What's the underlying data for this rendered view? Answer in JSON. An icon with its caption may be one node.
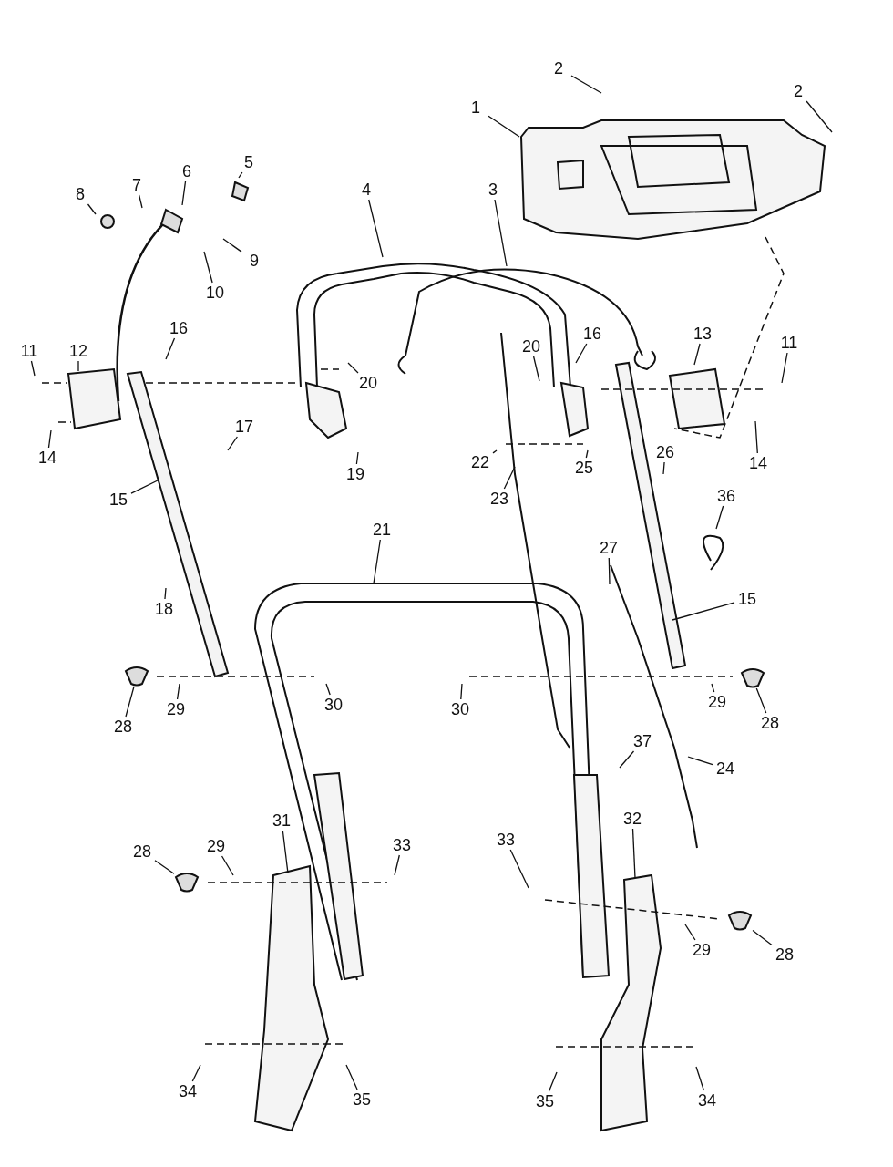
{
  "diagram": {
    "nodes": [
      {
        "text": [
          "2"
        ]
      },
      {
        "text": [
          "1"
        ]
      },
      {
        "text": [
          "2"
        ]
      },
      {
        "text": [
          "5"
        ]
      },
      {
        "text": [
          "8"
        ]
      },
      {
        "text": [
          "7"
        ]
      },
      {
        "text": [
          "6"
        ]
      },
      {
        "text": [
          "3"
        ]
      },
      {
        "text": [
          "4"
        ]
      },
      {
        "text": [
          "9"
        ]
      },
      {
        "text": [
          "10"
        ]
      },
      {
        "text": [
          "11"
        ]
      },
      {
        "text": [
          "12"
        ]
      },
      {
        "text": [
          "16"
        ]
      },
      {
        "text": [
          "16"
        ]
      },
      {
        "text": [
          "20"
        ]
      },
      {
        "text": [
          "13"
        ]
      },
      {
        "text": [
          "11"
        ]
      },
      {
        "text": [
          "20"
        ]
      },
      {
        "text": [
          "14"
        ]
      },
      {
        "text": [
          "19"
        ]
      },
      {
        "text": [
          "22"
        ]
      },
      {
        "text": [
          "25"
        ]
      },
      {
        "text": [
          "14"
        ]
      },
      {
        "text": [
          "26"
        ]
      },
      {
        "text": [
          "17"
        ]
      },
      {
        "text": [
          "15"
        ]
      },
      {
        "text": [
          "23"
        ]
      },
      {
        "text": [
          "36"
        ]
      },
      {
        "text": [
          "21"
        ]
      },
      {
        "text": [
          "27"
        ]
      },
      {
        "text": [
          "15"
        ]
      },
      {
        "text": [
          "18"
        ]
      },
      {
        "text": [
          "30"
        ]
      },
      {
        "text": [
          "30"
        ]
      },
      {
        "text": [
          "29"
        ]
      },
      {
        "text": [
          "29"
        ]
      },
      {
        "text": [
          "28"
        ]
      },
      {
        "text": [
          "28"
        ]
      },
      {
        "text": [
          "37"
        ]
      },
      {
        "text": [
          "24"
        ]
      },
      {
        "text": [
          "31"
        ]
      },
      {
        "text": [
          "32"
        ]
      },
      {
        "text": [
          "29"
        ]
      },
      {
        "text": [
          "33"
        ]
      },
      {
        "text": [
          "33"
        ]
      },
      {
        "text": [
          "28"
        ]
      },
      {
        "text": [
          "29"
        ]
      },
      {
        "text": [
          "28"
        ]
      },
      {
        "text": [
          "34"
        ]
      },
      {
        "text": [
          "35"
        ]
      },
      {
        "text": [
          "35"
        ]
      },
      {
        "text": [
          "34"
        ]
      },
      {
        "text": [],
        "shape": "picture"
      },
      {
        "text": [],
        "shape": "picture"
      },
      {
        "text": [],
        "shape": "picture"
      },
      {
        "text": [],
        "shape": "picture"
      }
    ],
    "edges": [
      {
        "from": 0,
        "to": null,
        "arrow": "none"
      },
      {
        "from": 1,
        "to": null,
        "arrow": "none"
      },
      {
        "from": 2,
        "to": null,
        "arrow": "none"
      },
      {
        "from": 3,
        "to": null,
        "arrow": "none"
      },
      {
        "from": 4,
        "to": null,
        "arrow": "none"
      },
      {
        "from": 5,
        "to": null,
        "arrow": "none"
      },
      {
        "from": 6,
        "to": null,
        "arrow": "none"
      },
      {
        "from": 7,
        "to": null,
        "arrow": "none"
      },
      {
        "from": 8,
        "to": null,
        "arrow": "none"
      },
      {
        "from": 9,
        "to": null,
        "arrow": "none"
      },
      {
        "from": 10,
        "to": null,
        "arrow": "none"
      },
      {
        "from": 11,
        "to": null,
        "arrow": "none"
      },
      {
        "from": 12,
        "to": null,
        "arrow": "none"
      },
      {
        "from": 13,
        "to": null,
        "arrow": "none"
      },
      {
        "from": 14,
        "to": null,
        "arrow": "none"
      },
      {
        "from": 15,
        "to": null,
        "arrow": "none"
      },
      {
        "from": 16,
        "to": null,
        "arrow": "none"
      },
      {
        "from": 17,
        "to": null,
        "arrow": "none"
      },
      {
        "from": 18,
        "to": null,
        "arrow": "none"
      },
      {
        "from": 19,
        "to": null,
        "arrow": "none"
      },
      {
        "from": 20,
        "to": null,
        "arrow": "none"
      },
      {
        "from": 21,
        "to": null,
        "arrow": "none"
      },
      {
        "from": 22,
        "to": null,
        "arrow": "none"
      },
      {
        "from": 23,
        "to": null,
        "arrow": "none"
      },
      {
        "from": 24,
        "to": null,
        "arrow": "none"
      },
      {
        "from": 25,
        "to": null,
        "arrow": "none"
      },
      {
        "from": 26,
        "to": null,
        "arrow": "none"
      },
      {
        "from": 27,
        "to": null,
        "arrow": "none"
      },
      {
        "from": 28,
        "to": null,
        "arrow": "none"
      },
      {
        "from": 29,
        "to": null,
        "arrow": "none"
      },
      {
        "from": 30,
        "to": null,
        "arrow": "none"
      },
      {
        "from": 31,
        "to": null,
        "arrow": "none"
      },
      {
        "from": 32,
        "to": null,
        "arrow": "none"
      },
      {
        "from": 33,
        "to": null,
        "arrow": "none"
      },
      {
        "from": 34,
        "to": null,
        "arrow": "none"
      },
      {
        "from": 35,
        "to": null,
        "arrow": "none"
      },
      {
        "from": 36,
        "to": null,
        "arrow": "none"
      },
      {
        "from": 37,
        "to": 53,
        "arrow": "none"
      },
      {
        "from": 38,
        "to": 54,
        "arrow": "none"
      },
      {
        "from": 39,
        "to": null,
        "arrow": "none"
      },
      {
        "from": 40,
        "to": null,
        "arrow": "none"
      },
      {
        "from": 41,
        "to": null,
        "arrow": "none"
      },
      {
        "from": 42,
        "to": null,
        "arrow": "none"
      },
      {
        "from": 43,
        "to": null,
        "arrow": "none"
      },
      {
        "from": 44,
        "to": null,
        "arrow": "none"
      },
      {
        "from": 45,
        "to": null,
        "arrow": "none"
      },
      {
        "from": 46,
        "to": 55,
        "arrow": "none"
      },
      {
        "from": 47,
        "to": null,
        "arrow": "none"
      },
      {
        "from": 48,
        "to": 56,
        "arrow": "none"
      },
      {
        "from": 49,
        "to": null,
        "arrow": "none"
      },
      {
        "from": 50,
        "to": null,
        "arrow": "none"
      },
      {
        "from": 51,
        "to": null,
        "arrow": "none"
      },
      {
        "from": 52,
        "to": null,
        "arrow": "none"
      }
    ]
  }
}
